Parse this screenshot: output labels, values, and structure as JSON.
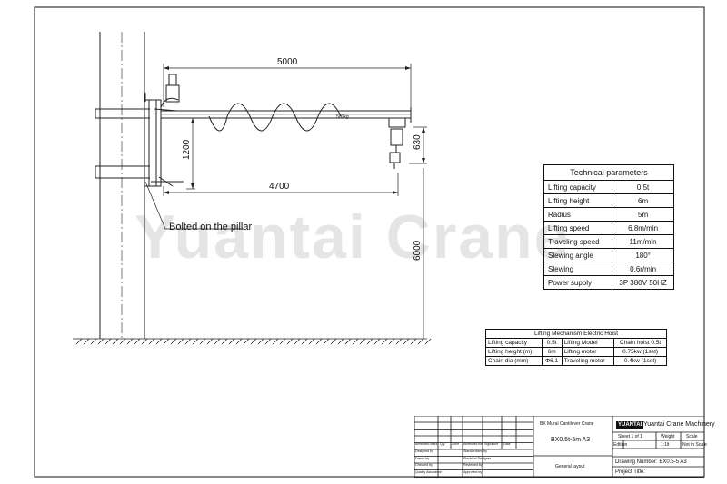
{
  "dimensions": {
    "span": "5000",
    "reach": "4700",
    "arm_height": "1200",
    "hoist_drop": "630",
    "total_height": "6000",
    "hoist_badge": "500kg"
  },
  "callout": "Bolted on the pillar",
  "watermark": "Yuantai Crane",
  "tech_params": {
    "caption": "Technical parameters",
    "rows": [
      {
        "label": "Lifting capacity",
        "value": "0.5t"
      },
      {
        "label": "Lifting height",
        "value": "6m"
      },
      {
        "label": "Radius",
        "value": "5m"
      },
      {
        "label": "Lifting speed",
        "value": "6.8m/min"
      },
      {
        "label": "Traveling speed",
        "value": "11m/min"
      },
      {
        "label": "Slewing angle",
        "value": "180°"
      },
      {
        "label": "Slewing",
        "value": "0.6r/min"
      },
      {
        "label": "Power supply",
        "value": "3P  380V  50HZ"
      }
    ]
  },
  "hoist_params": {
    "caption": "Lifting Mechanism Electric Hoist",
    "rows": [
      {
        "l1": "Lifting capacity",
        "v1": "0.5t",
        "l2": "Lifting Model",
        "v2": "Chain hoist 0.5t"
      },
      {
        "l1": "Lifting height (m)",
        "v1": "6m",
        "l2": "Lifting motor",
        "v2": "0.75kw (1set)"
      },
      {
        "l1": "Chain dia (mm)",
        "v1": "Φ6.1",
        "l2": "Traveling motor",
        "v2": "0.4kw (1set)"
      }
    ]
  },
  "title_block": {
    "drawing_name": "BX Mural Cantilever Crane",
    "model": "BX0.5t-5m A3",
    "company": "Yuantai Crane Machinery",
    "logo_text": "YUANTAI",
    "sheet": "Sheet  1  of  1",
    "weight_label": "Weight",
    "scale_label": "Scale",
    "edition_label": "Edition",
    "scale_value": "1:1lt",
    "not_in_scale": "Not in Scale",
    "drawing_number": "Drawing Number: BX0.5-5 A3",
    "project_title": "Project Title:",
    "general_layout": "General layout",
    "rev_headers": [
      "Amended Mark",
      "Qty",
      "Zone",
      "Amended file",
      "Signature",
      "Date"
    ],
    "sign_rows": [
      {
        "left": "Designed by",
        "right": "Standardized by"
      },
      {
        "left": "Drawn by",
        "right": "Electrical Designer"
      },
      {
        "left": "Checked by",
        "right": "Reviewed by"
      },
      {
        "left": "Quality Assurance",
        "right": "Approved by"
      }
    ]
  }
}
